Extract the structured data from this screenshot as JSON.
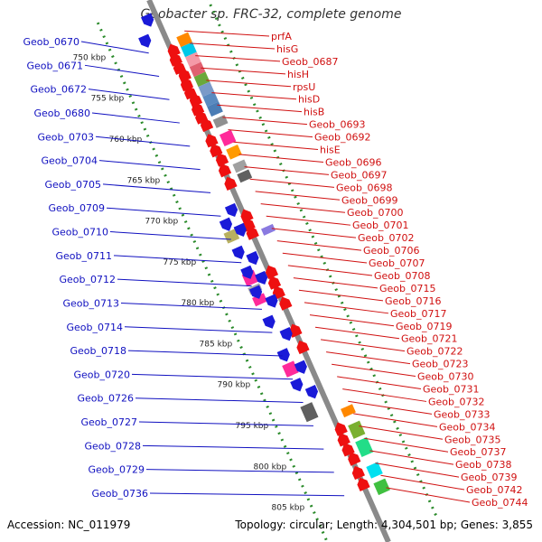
{
  "title": "Geobacter sp. FRC-32, complete genome",
  "accession": "Accession: NC_011979",
  "topology": "Topology: circular; Length: 4,304,501 bp; Genes: 3,855",
  "colors": {
    "minus_label": "#1010c0",
    "plus_label": "#d01010",
    "backbone": "#8a8a8a",
    "dots": "#2a8a2a"
  },
  "scale": {
    "unit": "kbp",
    "ticks": [
      750,
      755,
      760,
      765,
      770,
      775,
      780,
      785,
      790,
      795,
      800,
      805
    ]
  },
  "minus_strand_labels": [
    "Geob_0670",
    "Geob_0671",
    "Geob_0672",
    "Geob_0680",
    "Geob_0703",
    "Geob_0704",
    "Geob_0705",
    "Geob_0709",
    "Geob_0710",
    "Geob_0711",
    "Geob_0712",
    "Geob_0713",
    "Geob_0714",
    "Geob_0718",
    "Geob_0720",
    "Geob_0726",
    "Geob_0727",
    "Geob_0728",
    "Geob_0729",
    "Geob_0736"
  ],
  "plus_strand_labels": [
    "prfA",
    "hisG",
    "Geob_0687",
    "hisH",
    "rpsU",
    "hisD",
    "hisB",
    "Geob_0693",
    "Geob_0692",
    "hisE",
    "Geob_0696",
    "Geob_0697",
    "Geob_0698",
    "Geob_0699",
    "Geob_0700",
    "Geob_0701",
    "Geob_0702",
    "Geob_0706",
    "Geob_0707",
    "Geob_0708",
    "Geob_0715",
    "Geob_0716",
    "Geob_0717",
    "Geob_0719",
    "Geob_0721",
    "Geob_0722",
    "Geob_0723",
    "Geob_0730",
    "Geob_0731",
    "Geob_0732",
    "Geob_0733",
    "Geob_0734",
    "Geob_0735",
    "Geob_0737",
    "Geob_0738",
    "Geob_0739",
    "Geob_0742",
    "Geob_0744"
  ]
}
